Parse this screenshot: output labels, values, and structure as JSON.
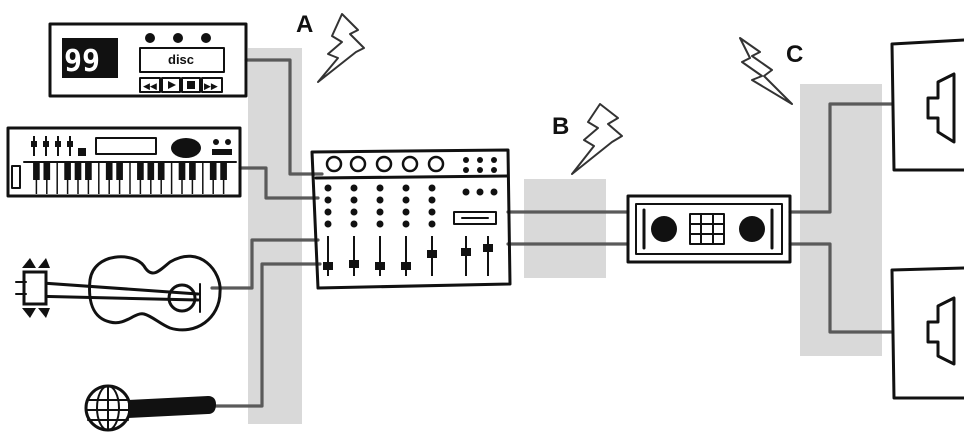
{
  "diagram": {
    "zones": [
      {
        "id": "A",
        "label": "A"
      },
      {
        "id": "B",
        "label": "B"
      },
      {
        "id": "C",
        "label": "C"
      }
    ],
    "cd_player": {
      "display": "99",
      "disc_label": "disc"
    },
    "devices": [
      "cd-player",
      "keyboard",
      "guitar",
      "microphone",
      "mixer",
      "amplifier",
      "speaker",
      "speaker"
    ]
  }
}
